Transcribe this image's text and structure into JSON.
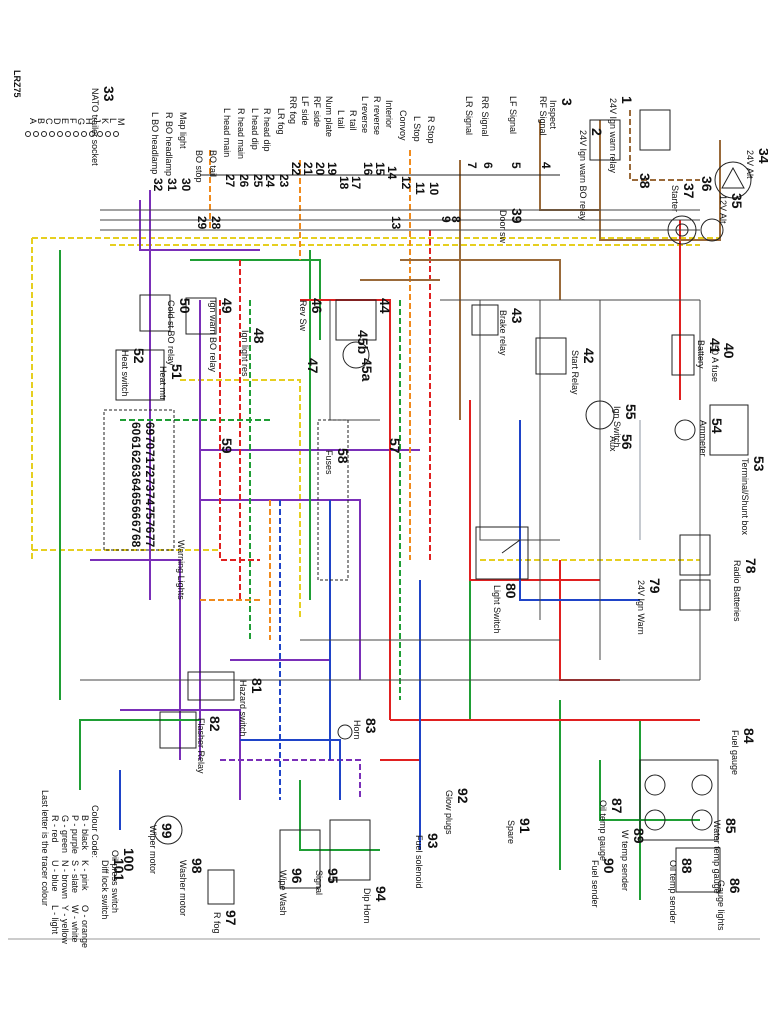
{
  "doc_ref": "LRZ75",
  "colour_code": {
    "title": "Colour Code:",
    "entries": [
      {
        "code": "B - black",
        "hex": "#111111"
      },
      {
        "code": "P - purple",
        "hex": "#7a2fb8"
      },
      {
        "code": "G - green",
        "hex": "#1f9e35"
      },
      {
        "code": "R - red",
        "hex": "#e02020"
      },
      {
        "code": "K - pink",
        "hex": "#e88aa8"
      },
      {
        "code": "S - slate",
        "hex": "#8c96a0"
      },
      {
        "code": "N - brown",
        "hex": "#9a6a3a"
      },
      {
        "code": "U - blue",
        "hex": "#1f44c8"
      },
      {
        "code": "O - orange",
        "hex": "#f08a1c"
      },
      {
        "code": "W - white",
        "hex": "#ffffff"
      },
      {
        "code": "Y - yellow",
        "hex": "#e6cf20"
      },
      {
        "code": "L - light",
        "hex": "#bcbcbc"
      }
    ],
    "footnote": "Last letter is the tracer colour"
  },
  "wire_colours": {
    "red": "#e02020",
    "blue": "#1f44c8",
    "green": "#1f9e35",
    "yellow": "#e6cf20",
    "purple": "#7a2fb8",
    "orange": "#f08a1c",
    "brown": "#9a6a3a",
    "black": "#111111",
    "slate": "#8c96a0"
  },
  "components": [
    {
      "id": "c34",
      "num": "34",
      "label": "24V Alt"
    },
    {
      "id": "c35",
      "num": "35",
      "label": "12V Alt"
    },
    {
      "id": "c36",
      "num": "36",
      "label": ""
    },
    {
      "id": "c37",
      "num": "37",
      "label": "Starter"
    },
    {
      "id": "c38",
      "num": "38",
      "label": ""
    },
    {
      "id": "c1",
      "num": "1",
      "label": "24V Ign warn relay"
    },
    {
      "id": "c2",
      "num": "2",
      "label": "24V Ign warn BO relay"
    },
    {
      "id": "c3",
      "num": "3",
      "label": "Inspect"
    },
    {
      "id": "c40",
      "num": "40",
      "label": "50 A fuse"
    },
    {
      "id": "c41",
      "num": "41",
      "label": "Battery"
    },
    {
      "id": "c42",
      "num": "42",
      "label": "Start Relay"
    },
    {
      "id": "c43",
      "num": "43",
      "label": "Brake relay"
    },
    {
      "id": "c44",
      "num": "44",
      "label": ""
    },
    {
      "id": "c45",
      "num": "45b",
      "label": ""
    },
    {
      "id": "c45a",
      "num": "45a",
      "label": ""
    },
    {
      "id": "c46",
      "num": "46",
      "label": "Rev Sw"
    },
    {
      "id": "c47",
      "num": "47",
      "label": ""
    },
    {
      "id": "c48",
      "num": "48",
      "label": "Ign light res"
    },
    {
      "id": "c49",
      "num": "49",
      "label": "Ign warn BO relay"
    },
    {
      "id": "c50",
      "num": "50",
      "label": "Cold st BO relay"
    },
    {
      "id": "c51",
      "num": "51",
      "label": "Heat mtr"
    },
    {
      "id": "c52",
      "num": "52",
      "label": "Heat switch"
    },
    {
      "id": "c53",
      "num": "53",
      "label": "Terminal/Shunt box"
    },
    {
      "id": "c54",
      "num": "54",
      "label": "Ammeter"
    },
    {
      "id": "c55",
      "num": "55",
      "label": "Ign Switch"
    },
    {
      "id": "c56",
      "num": "56",
      "label": "Aux"
    },
    {
      "id": "c57",
      "num": "57",
      "label": ""
    },
    {
      "id": "c58",
      "num": "58",
      "label": "Fuses"
    },
    {
      "id": "c59",
      "num": "59",
      "label": ""
    },
    {
      "id": "c78",
      "num": "78",
      "label": "Radio Batteries"
    },
    {
      "id": "c79",
      "num": "79",
      "label": "24V Ign Warn"
    },
    {
      "id": "c80",
      "num": "80",
      "label": "Light Switch"
    },
    {
      "id": "c81",
      "num": "81",
      "label": "Hazard switch"
    },
    {
      "id": "c82",
      "num": "82",
      "label": "Flasher Relay"
    },
    {
      "id": "c83",
      "num": "83",
      "label": "Horn"
    },
    {
      "id": "c84",
      "num": "84",
      "label": "Fuel gauge"
    },
    {
      "id": "c85",
      "num": "85",
      "label": "Water temp gauge"
    },
    {
      "id": "c86",
      "num": "86",
      "label": "Gauge lights"
    },
    {
      "id": "c87",
      "num": "87",
      "label": "Oil temp gauge"
    },
    {
      "id": "c88",
      "num": "88",
      "label": "Oil temp sender"
    },
    {
      "id": "c89",
      "num": "89",
      "label": "W temp sender"
    },
    {
      "id": "c90",
      "num": "90",
      "label": "Fuel sender"
    },
    {
      "id": "c91",
      "num": "91",
      "label": "Spare"
    },
    {
      "id": "c92",
      "num": "92",
      "label": "Glow plugs"
    },
    {
      "id": "c93",
      "num": "93",
      "label": "Fuel solenoid"
    },
    {
      "id": "c94",
      "num": "94",
      "label": "Dip Horn"
    },
    {
      "id": "c95",
      "num": "95",
      "label": "Signal"
    },
    {
      "id": "c96",
      "num": "96",
      "label": "Wipe Wash"
    },
    {
      "id": "c97",
      "num": "97",
      "label": "R fog"
    },
    {
      "id": "c98",
      "num": "98",
      "label": "Washer motor"
    },
    {
      "id": "c99",
      "num": "99",
      "label": "Wiper motor"
    },
    {
      "id": "c100",
      "num": "100",
      "label": "Oil press switch"
    },
    {
      "id": "c101",
      "num": "101",
      "label": "Diff lock switch"
    },
    {
      "id": "c33",
      "num": "33",
      "label": "NATO trailer socket"
    },
    {
      "id": "c39",
      "num": "39",
      "label": "Door sw"
    }
  ],
  "lamp_labels": [
    {
      "num": "4",
      "label": "RF Signal"
    },
    {
      "num": "5",
      "label": "LF Signal"
    },
    {
      "num": "6",
      "label": "RR Signal"
    },
    {
      "num": "7",
      "label": "LR Signal"
    },
    {
      "num": "8",
      "label": ""
    },
    {
      "num": "9",
      "label": ""
    },
    {
      "num": "10",
      "label": "R Stop"
    },
    {
      "num": "11",
      "label": "L Stop"
    },
    {
      "num": "12",
      "label": "Convoy"
    },
    {
      "num": "13",
      "label": ""
    },
    {
      "num": "14",
      "label": "Interior"
    },
    {
      "num": "15",
      "label": "R reverse"
    },
    {
      "num": "16",
      "label": "L reverse"
    },
    {
      "num": "17",
      "label": "R tail"
    },
    {
      "num": "18",
      "label": "L tail"
    },
    {
      "num": "19",
      "label": "Num plate"
    },
    {
      "num": "20",
      "label": "RF side"
    },
    {
      "num": "21",
      "label": "LF side"
    },
    {
      "num": "22",
      "label": "RR fog"
    },
    {
      "num": "23",
      "label": "LR fog"
    },
    {
      "num": "24",
      "label": "R head dip"
    },
    {
      "num": "25",
      "label": "L head dip"
    },
    {
      "num": "26",
      "label": "R head main"
    },
    {
      "num": "27",
      "label": "L head main"
    },
    {
      "num": "28",
      "label": "BO tail"
    },
    {
      "num": "29",
      "label": "BO stop"
    },
    {
      "num": "30",
      "label": "Map light"
    },
    {
      "num": "31",
      "label": "R BO headlamp"
    },
    {
      "num": "32",
      "label": "L BO headlamp"
    }
  ],
  "warning_lights": {
    "label": "Warning Lights",
    "numbers": [
      [
        "69",
        "70",
        "71",
        "72",
        "73",
        "74",
        "75",
        "76",
        "77"
      ],
      [
        "60",
        "61",
        "62",
        "63",
        "64",
        "65",
        "66",
        "67",
        "68"
      ]
    ]
  },
  "trailer_pins": [
    "A",
    "B",
    "C",
    "D",
    "E",
    "F",
    "G",
    "H",
    "J",
    "K",
    "L",
    "M"
  ]
}
